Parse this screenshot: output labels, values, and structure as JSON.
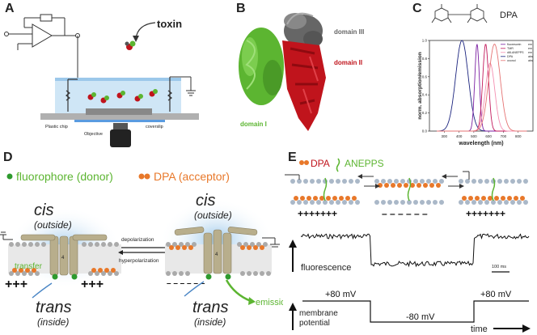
{
  "panels": {
    "A": {
      "letter": "A",
      "toxin_label": "toxin",
      "plastic_chip": "Plastic chip",
      "objective": "Objective",
      "coverslip": "coverslip"
    },
    "B": {
      "letter": "B",
      "domain1": "domain I",
      "domain2": "domain II",
      "domain3": "domain III"
    },
    "C": {
      "letter": "C",
      "molecule_label": "DPA",
      "chart_data": {
        "type": "line",
        "xlabel": "wavelength (nm)",
        "ylabel": "norm. absorption/emission",
        "xlim": [
          200,
          900
        ],
        "ylim": [
          0,
          1.0
        ],
        "xticks": [
          300,
          400,
          500,
          600,
          700,
          800
        ],
        "yticks": [
          0.0,
          0.2,
          0.4,
          0.6,
          0.8,
          1.0
        ],
        "legend_placement": "top-right",
        "legend": [
          "fluorescein",
          "TMR",
          "di8-ANEPPS",
          "DPA",
          "oxonol"
        ],
        "legend_suffix": [
          "em",
          "em",
          "em",
          "abs",
          "abs"
        ],
        "series": [
          {
            "name": "DPA",
            "color": "#1a237e",
            "peak": 420,
            "width": 60,
            "max": 1.0
          },
          {
            "name": "fluorescein",
            "color": "#7b1fa2",
            "peak": 522,
            "width": 22,
            "max": 0.96
          },
          {
            "name": "TMR",
            "color": "#c2185b",
            "peak": 580,
            "width": 28,
            "max": 0.96
          },
          {
            "name": "di8-ANEPPS",
            "color": "#f48fb1",
            "peak": 610,
            "width": 45,
            "max": 0.75
          },
          {
            "name": "oxonol",
            "color": "#e57373",
            "peak": 640,
            "width": 55,
            "max": 0.96
          }
        ]
      }
    },
    "D": {
      "letter": "D",
      "donor_label": "fluorophore (donor)",
      "acceptor_label": "DPA (acceptor)",
      "cis": "cis",
      "outside": "(outside)",
      "trans": "trans",
      "inside": "(inside)",
      "transfer": "transfer",
      "emission": "emission",
      "depolarization": "depolarization",
      "hyperpolarization": "hyperpolarization",
      "plus_charges": "+++",
      "minus_charges": "– – – – – –",
      "helix_number": "4"
    },
    "E": {
      "letter": "E",
      "dpa_label": "DPA",
      "anepps_label": "ANEPPS",
      "fluorescence": "fluorescence",
      "scale_bar": "100 ms",
      "v_plus_left": "+80 mV",
      "v_minus": "-80 mV",
      "v_plus_right": "+80 mV",
      "membrane_potential_1": "membrane",
      "membrane_potential_2": "potential",
      "time": "time",
      "plus_row": "+++++++",
      "minus_row": "– – – – – –"
    }
  },
  "colors": {
    "green": "#5cb531",
    "orange": "#e8782a",
    "red": "#c0141c",
    "gray": "#555555",
    "blue": "#4a86c5"
  }
}
